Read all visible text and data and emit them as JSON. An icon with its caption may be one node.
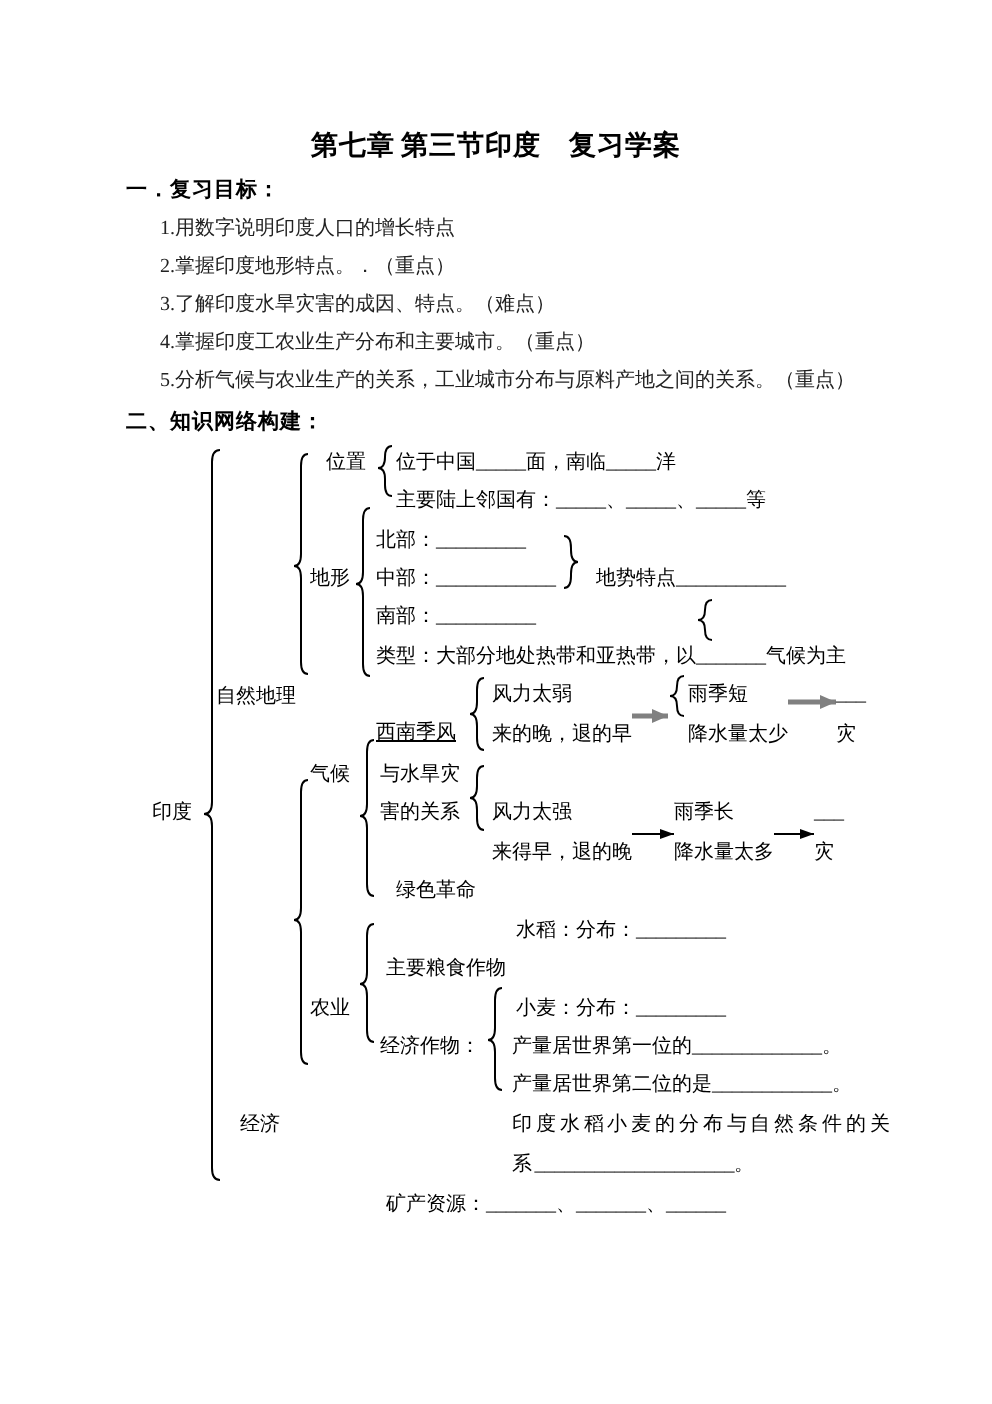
{
  "diagram": {
    "title": "第七章 第三节印度　复习学案",
    "nodes": [
      {
        "text": [
          "风力太弱",
          "来的晚，退的早"
        ]
      },
      {
        "text": [
          "雨季短",
          "降水量太少"
        ]
      },
      {
        "text": [
          "___",
          "灾"
        ]
      },
      {
        "text": [
          "风力太强",
          "来得早，退的晚"
        ]
      },
      {
        "text": [
          "雨季长",
          "降水量太多"
        ]
      },
      {
        "text": [
          "___",
          "灾"
        ]
      }
    ],
    "edges": [
      {
        "from": 0,
        "to": 1,
        "arrow": "to",
        "style": "thick",
        "color": "#808080"
      },
      {
        "from": 1,
        "to": 2,
        "arrow": "to",
        "style": "thick",
        "color": "#808080"
      },
      {
        "from": 3,
        "to": 4,
        "arrow": "to",
        "color": "#000000"
      },
      {
        "from": 4,
        "to": 5,
        "arrow": "to",
        "color": "#000000"
      }
    ],
    "labels": [
      "一．复习目标：",
      "1.用数字说明印度人口的增长特点",
      "2.掌握印度地形特点。．（重点）",
      "3.了解印度水旱灾害的成因、特点。（难点）",
      "4.掌握印度工农业生产分布和主要城市。（重点）",
      "5.分析气候与农业生产的关系，工业城市分布与原料产地之间的关系。（重点）",
      "二、知识网络构建：",
      "位置",
      "位于中国_____面，南临_____洋",
      "主要陆上邻国有：_____、_____、_____等",
      "北部：_________",
      "地形",
      "中部：____________",
      "地势特点___________",
      "南部：__________",
      "类型：大部分地处热带和亚热带，以_______气候为主",
      "自然地理",
      "西南季风",
      "气候",
      "与水旱灾",
      "印度",
      "害的关系",
      "绿色革命",
      "水稻：分布：_________",
      "主要粮食作物",
      "农业",
      "小麦：分布：_________",
      "经济作物：",
      "产量居世界第一位的_____________。",
      "产量居世界第二位的是____________。",
      "经济",
      "印度水稻小麦的分布与自然条件的关系____________________。",
      "矿产资源：_______、_______、______"
    ]
  }
}
